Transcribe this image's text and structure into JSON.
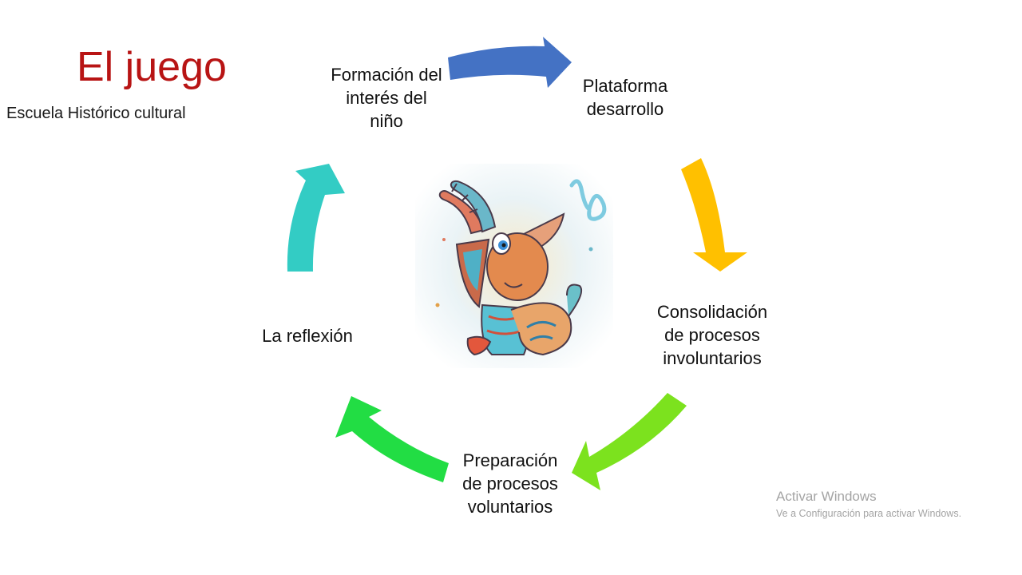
{
  "title": "El juego",
  "subtitle": "Escuela Histórico cultural",
  "cycle": {
    "steps": [
      {
        "label": "Formación del\ninterés del\nniño"
      },
      {
        "label": "Plataforma\ndesarrollo"
      },
      {
        "label": "Consolidación\nde procesos\ninvoluntarios"
      },
      {
        "label": "Preparación\nde procesos\nvoluntarios"
      },
      {
        "label": "La reflexión"
      }
    ],
    "arrows": [
      {
        "from": "Formación del interés del niño",
        "to": "Plataforma desarrollo",
        "color": "#4472C4"
      },
      {
        "from": "Plataforma desarrollo",
        "to": "Consolidación de procesos involuntarios",
        "color": "#FFC000"
      },
      {
        "from": "Consolidación de procesos involuntarios",
        "to": "Preparación de procesos voluntarios",
        "color": "#7CE21E"
      },
      {
        "from": "Preparación de procesos voluntarios",
        "to": "La reflexión",
        "color": "#22DD44"
      },
      {
        "from": "La reflexión",
        "to": "Formación del interés del niño",
        "color": "#33CCC4"
      }
    ],
    "center_image": "capricorn-goat-illustration"
  },
  "watermark": {
    "title": "Activar Windows",
    "subtitle": "Ve a Configuración para activar Windows."
  }
}
